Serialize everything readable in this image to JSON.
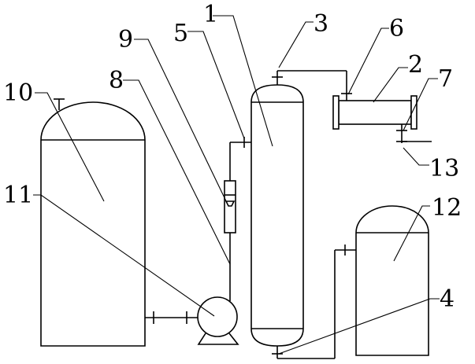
{
  "labels": {
    "n1": "1",
    "n2": "2",
    "n3": "3",
    "n4": "4",
    "n5": "5",
    "n6": "6",
    "n7": "7",
    "n8": "8",
    "n9": "9",
    "n10": "10",
    "n11": "11",
    "n12": "12",
    "n13": "13"
  },
  "colors": {
    "line": "#000000",
    "background": "#ffffff"
  }
}
